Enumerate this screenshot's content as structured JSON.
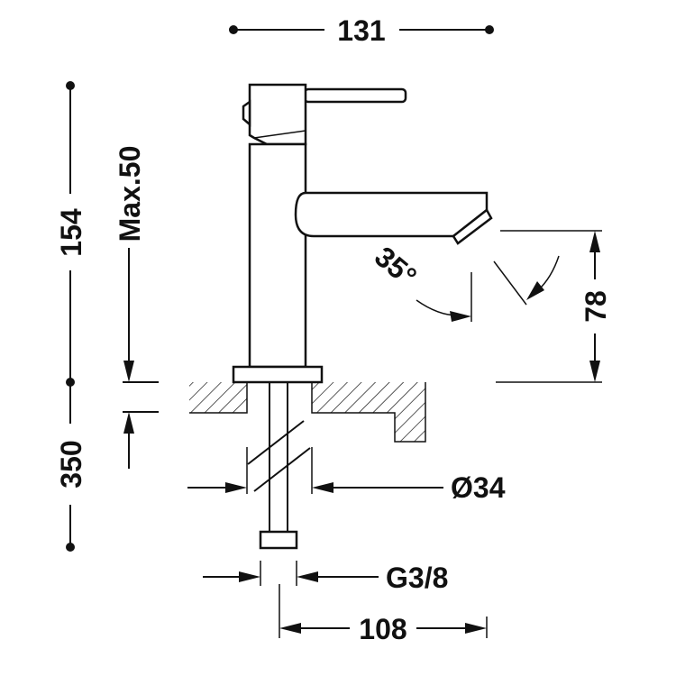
{
  "dimensions": {
    "overall_width": "131",
    "total_height": "154",
    "max_deck_thickness": "Max.50",
    "supply_length": "350",
    "hole_diameter": "Ø34",
    "thread": "G3/8",
    "spout_projection": "108",
    "spout_height": "78",
    "spout_angle": "35°"
  },
  "colors": {
    "line": "#111111",
    "background": "#ffffff"
  }
}
